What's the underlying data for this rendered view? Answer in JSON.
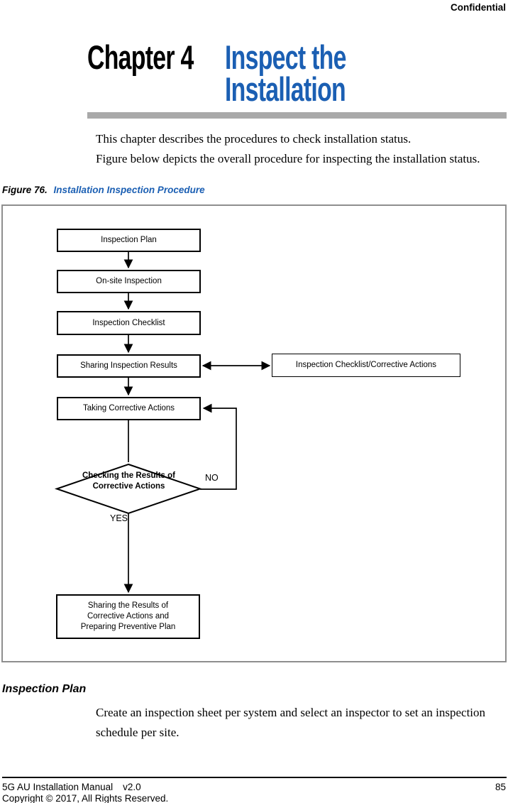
{
  "page": {
    "confidential": "Confidential"
  },
  "chapter": {
    "label": "Chapter 4",
    "title_lines": [
      "Inspect the",
      "Installation"
    ],
    "accent_color": "#1b5fb3"
  },
  "intro": {
    "para1": "This chapter describes the procedures to check installation status.",
    "para2": "Figure below depicts the overall procedure for inspecting the installation status."
  },
  "figure": {
    "label": "Figure 76.",
    "title": "Installation Inspection Procedure",
    "flowchart": {
      "nodes": {
        "plan": "Inspection Plan",
        "onsite": "On-site Inspection",
        "checklist": "Inspection Checklist",
        "sharing": "Sharing Inspection Results",
        "reference": "Inspection Checklist/Corrective Actions",
        "taking": "Taking Corrective Actions",
        "decision_lines": [
          "Checking the Results of",
          "Corrective Actions"
        ],
        "final_lines": [
          "Sharing the Results of",
          "Corrective Actions and",
          "Preparing Preventive Plan"
        ]
      },
      "branch_labels": {
        "no": "NO",
        "yes": "YES"
      }
    }
  },
  "section": {
    "heading": "Inspection Plan",
    "body": "Create an inspection sheet per system and select an inspector to set an inspection schedule per site."
  },
  "footer": {
    "manual": "5G AU Installation Manual",
    "version": "v2.0",
    "page_number": "85",
    "copyright": "Copyright © 2017, All Rights Reserved."
  }
}
